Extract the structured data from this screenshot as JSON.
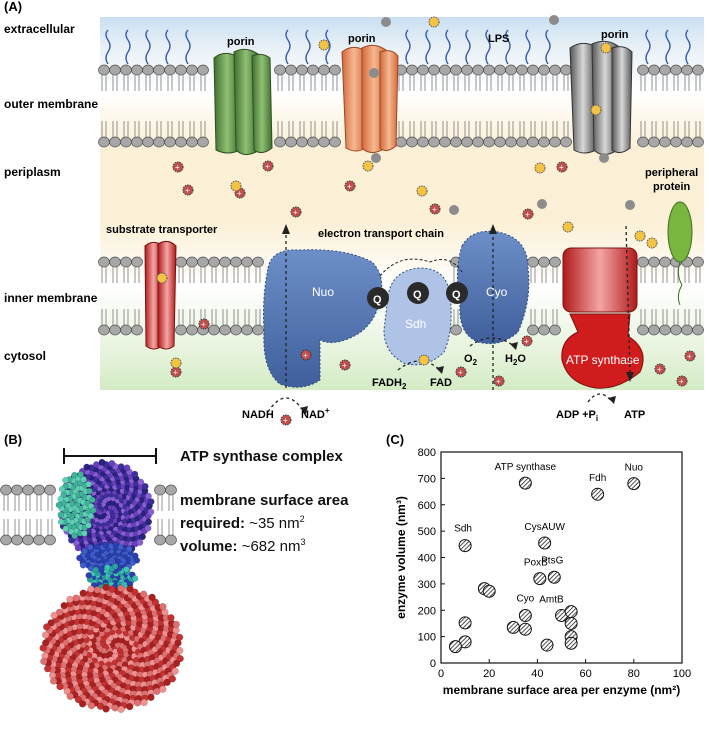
{
  "panel_a": {
    "letter": "(A)",
    "regions": [
      "extracellular",
      "outer membrane",
      "periplasm",
      "inner membrane",
      "cytosol"
    ],
    "porins": [
      "porin",
      "porin",
      "porin"
    ],
    "lps": "LPS",
    "substrate_transporter": "substrate transporter",
    "electron_transport_chain": "electron transport chain",
    "peripheral_protein": "peripheral protein",
    "nuo": "Nuo",
    "sdh": "Sdh",
    "cyo": "Cyo",
    "quinone": "Q",
    "atp_synthase": "ATP synthase",
    "nadh": "NADH",
    "nad_plus": "NAD",
    "nad_sup": "+",
    "fadh2": "FADH",
    "fadh2_sub": "2",
    "fad": "FAD",
    "o2": "O",
    "o2_sub": "2",
    "h2o_h": "H",
    "h2o_sub": "2",
    "h2o_o": "O",
    "adp": "ADP +P",
    "adp_sub": "i",
    "atp": "ATP",
    "colors": {
      "extracellular": "#cfe3f3",
      "periplasm": "#fbf0d6",
      "cytosol": "#dcefcf",
      "proton": "#c0504d",
      "substrate": "#f5c342"
    }
  },
  "panel_b": {
    "letter": "(B)",
    "title": "ATP synthase complex",
    "area_label": "membrane surface area",
    "required_label": "required:",
    "required_value": "~35 nm",
    "required_sup": "2",
    "volume_label": "volume:",
    "volume_value": "~682 nm",
    "volume_sup": "3"
  },
  "chart_data": {
    "type": "scatter",
    "panel": "(C)",
    "xlabel": "membrane surface area per enzyme (nm²)",
    "ylabel": "enzyme volume (nm³)",
    "xlim": [
      0,
      100
    ],
    "ylim": [
      0,
      800
    ],
    "xticks": [
      0,
      20,
      40,
      60,
      80,
      100
    ],
    "yticks": [
      0,
      100,
      200,
      300,
      400,
      500,
      600,
      700,
      800
    ],
    "points": [
      {
        "x": 35,
        "y": 682,
        "label": "ATP synthase"
      },
      {
        "x": 65,
        "y": 640,
        "label": "Fdh"
      },
      {
        "x": 80,
        "y": 680,
        "label": "Nuo"
      },
      {
        "x": 10,
        "y": 445,
        "label": "Sdh"
      },
      {
        "x": 43,
        "y": 455,
        "label": "CysAUW"
      },
      {
        "x": 47,
        "y": 325,
        "label": "PtsG"
      },
      {
        "x": 41,
        "y": 320,
        "label": "PoxB"
      },
      {
        "x": 35,
        "y": 180,
        "label": "Cyo"
      },
      {
        "x": 50,
        "y": 180,
        "label": "AmtB"
      },
      {
        "x": 18,
        "y": 282,
        "label": ""
      },
      {
        "x": 20,
        "y": 272,
        "label": ""
      },
      {
        "x": 10,
        "y": 152,
        "label": ""
      },
      {
        "x": 30,
        "y": 135,
        "label": ""
      },
      {
        "x": 35,
        "y": 128,
        "label": ""
      },
      {
        "x": 54,
        "y": 195,
        "label": ""
      },
      {
        "x": 54,
        "y": 150,
        "label": ""
      },
      {
        "x": 54,
        "y": 100,
        "label": ""
      },
      {
        "x": 54,
        "y": 75,
        "label": ""
      },
      {
        "x": 44,
        "y": 68,
        "label": ""
      },
      {
        "x": 10,
        "y": 80,
        "label": ""
      },
      {
        "x": 6,
        "y": 62,
        "label": ""
      }
    ]
  }
}
